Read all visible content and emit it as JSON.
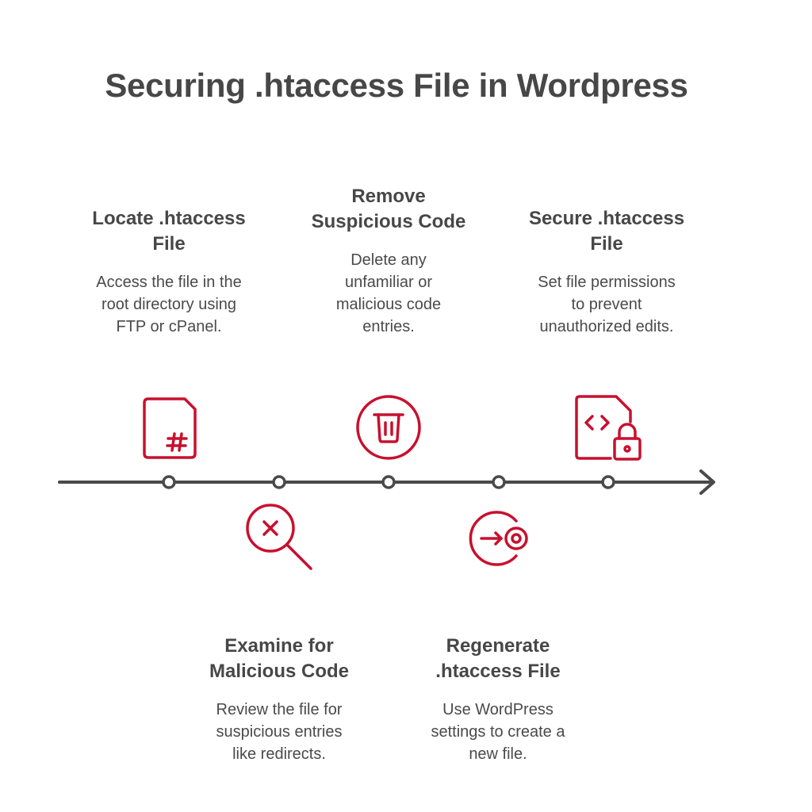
{
  "title": "Securing .htaccess File in Wordpress",
  "steps": [
    {
      "title": "Locate .htaccess\nFile",
      "description": "Access the file in the\nroot directory using\nFTP or cPanel.",
      "icon": "file-hash-icon"
    },
    {
      "title": "Examine for\nMalicious Code",
      "description": "Review the file for\nsuspicious entries\nlike redirects.",
      "icon": "search-x-icon"
    },
    {
      "title": "Remove\nSuspicious Code",
      "description": "Delete any\nunfamiliar or\nmalicious code\nentries.",
      "icon": "trash-icon"
    },
    {
      "title": "Regenerate\n.htaccess File",
      "description": "Use WordPress\nsettings to create a\nnew file.",
      "icon": "regenerate-icon"
    },
    {
      "title": "Secure .htaccess\nFile",
      "description": "Set file permissions\nto prevent\nunauthorized edits.",
      "icon": "file-code-lock-icon"
    }
  ],
  "colors": {
    "accent": "#C8102E",
    "line": "#4a4a4a",
    "text": "#474747"
  }
}
